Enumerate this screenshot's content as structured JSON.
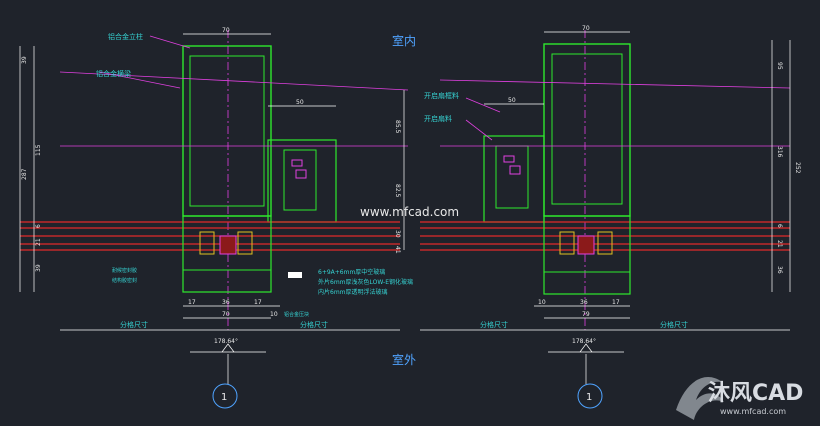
{
  "header": {
    "indoor_label": "室内",
    "outdoor_label": "室外"
  },
  "watermarks": {
    "site_center": "www.mfcad.com",
    "brand_logo": "沐风CAD",
    "brand_url": "www.mfcad.com"
  },
  "left_section": {
    "callouts": {
      "mullion": "铝合金立柱",
      "transom": "铝合金横梁",
      "callout_a": "耐候密封胶",
      "callout_b": "结构胶密封",
      "glass_spec_1": "6+9A+6mm厚中空玻璃",
      "glass_spec_2": "外片6mm厚浅灰色LOW-E钢化玻璃",
      "glass_spec_3": "内片6mm厚透明浮法玻璃",
      "gasket_note": "铝合金压块"
    },
    "dims_top": [
      "70",
      "50"
    ],
    "dims_right": [
      "85.5",
      "82.5",
      "30",
      "41"
    ],
    "dims_left": [
      "39",
      "115",
      "287",
      "6",
      "21",
      "39"
    ],
    "dims_bottom": [
      "17",
      "36",
      "17",
      "70",
      "10"
    ],
    "bottom_axis_left": "分格尺寸",
    "bottom_axis_right": "分格尺寸",
    "elevation": "178.64°",
    "detail_number": "1"
  },
  "right_section": {
    "callouts": {
      "frame_label": "开启扇框料",
      "sash_label": "开启扇料"
    },
    "dims_top": [
      "70",
      "50"
    ],
    "dims_right": [
      "95",
      "316",
      "252",
      "6",
      "21",
      "36"
    ],
    "dims_bottom": [
      "10",
      "36",
      "17",
      "79"
    ],
    "bottom_axis_left": "分格尺寸",
    "bottom_axis_right": "分格尺寸",
    "elevation": "178.64°",
    "detail_number": "1"
  }
}
